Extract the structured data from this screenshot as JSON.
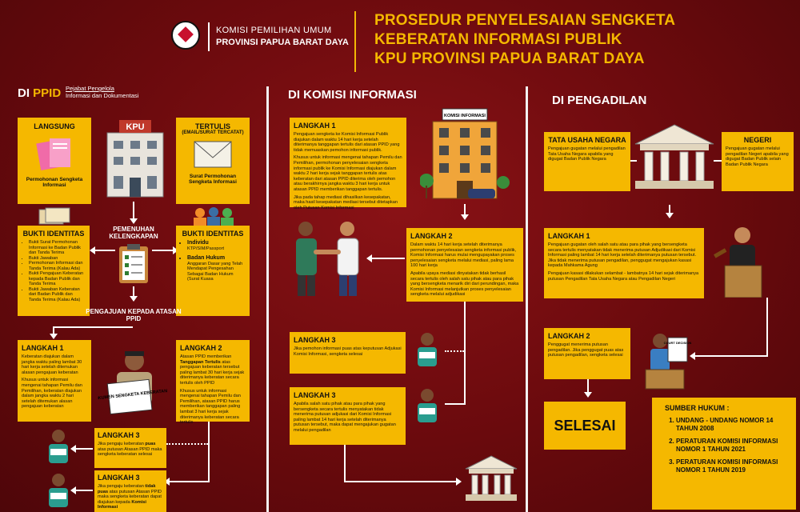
{
  "header": {
    "kpu_line1": "KOMISI PEMILIHAN UMUM",
    "kpu_line2": "PROVINSI PAPUA BARAT DAYA",
    "title_line1": "PROSEDUR PENYELESAIAN SENGKETA",
    "title_line2": "KEBERATAN INFORMASI PUBLIK",
    "title_line3": "KPU PROVINSI PAPUA BARAT DAYA"
  },
  "ppid": {
    "section_prefix": "DI",
    "section_hl": "PPID",
    "sub_line1": "Pejabat Pengelola",
    "sub_line2": "Informasi dan Dokumentasi",
    "langsung_title": "LANGSUNG",
    "langsung_caption": "Permohonan Sengketa Informasi",
    "tertulis_title": "TERTULIS",
    "tertulis_sub": "(EMAIL/SURAT TERCATAT)",
    "tertulis_caption": "Surat Permohonan Sengketa Informasi",
    "building_sign": "KPU",
    "pemenuhan": "PEMENUHAN KELENGKAPAN",
    "bukti_left_title": "BUKTI IDENTITAS",
    "bukti_left_items": [
      "Bukti Surat Permohonan Informasi ke Badan Publik dan Tanda Terima",
      "Bukti Jawaban",
      "Permohonan Informasi dan Tanda Terima (Kalau Ada)",
      "Bukti Pengajuan Keberatan kepada Badan Publik dan Tanda Terima",
      "Bukti Jawaban Keberatan dari Badan Publik dan Tanda Terima (Kalau Ada)"
    ],
    "bukti_right_title": "BUKTI IDENTITAS",
    "bukti_right_item1": "Individu",
    "bukti_right_item1_sub": "KTP/SIM/Passport",
    "bukti_right_item2": "Badan Hukum",
    "bukti_right_item2_sub": "Anggaran Dasar yang Telah Mendapat Pengesahan Sebagai Badan Hukum (Surat Kuasa",
    "pengajuan": "PENGAJUAN KEPADA ATASAN PPID",
    "langkah1_title": "LANGKAH 1",
    "langkah1_p1": "Keberatan diajukan dalam jangka waktu paling lambat 30 hari kerja setelah ditemukan alasan pengajuan keberatan",
    "langkah1_p2": "Khusus untuk informasi mengenai tahapan Pemilu dan Pemilihan, keberatan diajukan dalam jangka waktu 2 hari setelah ditemukan alasan pengajuan keberatan",
    "doc_label": "DOKUMEN SENGKETA KEBERATAN",
    "langkah2_title": "LANGKAH 2",
    "langkah2_p1a": "Atasan PPID memberikan ",
    "langkah2_p1b": "Tanggapan Tertulis",
    "langkah2_p1c": " atas pengajuan keberatan tersebut paling lambat 30 hari kerja sejak diterimanya keberatan secara tertulis oleh PPID",
    "langkah2_p2": "Khusus untuk informasi mengenai tahapan Pemilu dan Pemilihan, atasan PPID harus memberikan tanggapan paling lambat 3 hari kerja sejak diterimanya keberatan secara tertulis",
    "langkah3a_title": "LANGKAH 3",
    "langkah3a_t1": "Jika pengaju keberatan ",
    "langkah3a_b": "puas",
    "langkah3a_t2": " atas putusan Atasan PPID maka sengketa keberatan selesai",
    "langkah3b_title": "LANGKAH 3",
    "langkah3b_t1": "Jika pengaju keberatan ",
    "langkah3b_b1": "tidak puas",
    "langkah3b_t2": " atas putusan Atasan PPID maka sengketa keberatan dapat diajukan kepada ",
    "langkah3b_b2": "Komisi Informasi"
  },
  "ki": {
    "section_prefix": "DI KOMISI",
    "section_hl": "INFORMASI",
    "building_sign": "KOMISI INFORMASI",
    "langkah1_title": "LANGKAH 1",
    "langkah1_p1": "Pengajuan sengketa ke Komisi Informasi Publik diajukan dalam waktu 14 hari kerja setelah diterimanya tanggapan tertulis dari atasan PPID yang tidak memuaskan pemohon informasi publik.",
    "langkah1_p2": "Khusus untuk informasi mengenai tahapan Pemilu dan Pemilihan, permohonan penyelesaian sengketa informasi publik ke Komisi Informasi diajukan dalam waktu 2 hari kerja sejak tanggapan tertulis atas keberatan dari atasan PPID diterima oleh pemohon atau berakhirnya jangka waktu 3 hari kerja untuk atasan PPID memberikan tanggapan tertulis.",
    "langkah1_p3": "Jika pada tahap mediasi dihasilkan kesepakatan, maka hasil kesepakatan mediasi tersebut ditetapkan oleh Putusan Komisi Informasi",
    "langkah2_title": "LANGKAH 2",
    "langkah2_p1": "Dalam waktu 14 hari kerja setelah diterimanya permohonan penyelesaian sengketa informasi publik, Komisi Informasi harus mulai mengupayakan proses penyelesaian sengketa melalui mediasi, paling lama 100 hari kerja",
    "langkah2_p2": "Apabila upaya mediasi dinyatakan tidak berhasil secara tertulis oleh salah satu pihak atau para pihak yang bersengketa menarik diri dari perundingan, maka Komisi Informasi melanjutkan proses penyelesaian sengketa melalui adjudikasi",
    "langkah3a_title": "LANGKAH 3",
    "langkah3a_t": "Jika pemohon informasi puas atas keputusan Adjukasi Komisi Informasi, sengketa selesai",
    "langkah3b_title": "LANGKAH 3",
    "langkah3b_t": "Apabila salah satu pihak atau para pihak yang bersengketa secara tertulis menyatakan tidak menerima putusan adjukasi dari Komisi Informasi paling lambat 14 hari kerja setelah diterimanya putusan tersebut, maka dapat mengajukan gugatan melalui pengadilan"
  },
  "pengadilan": {
    "section_title": "DI PENGADILAN",
    "tun_title": "TATA USAHA NEGARA",
    "tun_t": "Pengajuan gugatan melalui pengadilan Tata Usaha Negara apabila yang digugat Badan Publik Negara",
    "negeri_title": "NEGERI",
    "negeri_t": "Pengajuan gugatan melalui pengadilan Negeri apabila yang digugat Badan Publik selain Badan Publik Negara",
    "langkah1_title": "LANGKAH 1",
    "langkah1_p1": "Pengajuan gugatan oleh salah satu atau para pihak yang bersengketa secara tertulis menyatakan tidak menerima putusan Adjudikasi dari Komisi Informasi paling lambat 14 hari kerja setelah diterimanya putusan tersebut. Jika tidak menerima putusan pengadilan, penggugat mengajukan kasasi kepada Mahkama Agung",
    "langkah1_p2": "Pengajuan kasasi dilakukan selambat - lambatnya 14 hari sejak diterimanya putusan Pengadilan Tata Usaha Negara atau Pengadilan Negeri",
    "langkah2_title": "LANGKAH 2",
    "langkah2_t": "Penggugat menerima putusan pengadilan. Jika penggugat puas atas putusan pengadilan, sengketa selesai",
    "court_paper": "COURT DECISION",
    "selesai": "SELESAI",
    "sumber_title": "SUMBER HUKUM :",
    "sumber": [
      "UNDANG - UNDANG NOMOR 14 TAHUN 2008",
      "PERATURAN KOMISI INFORMASI NOMOR 1 TAHUN 2021",
      "PERATURAN KOMISI INFORMASI NOMOR 1 TAHUN 2019"
    ]
  },
  "colors": {
    "background": "#6e0b0e",
    "accent": "#f5b800",
    "line": "#ffffff"
  }
}
